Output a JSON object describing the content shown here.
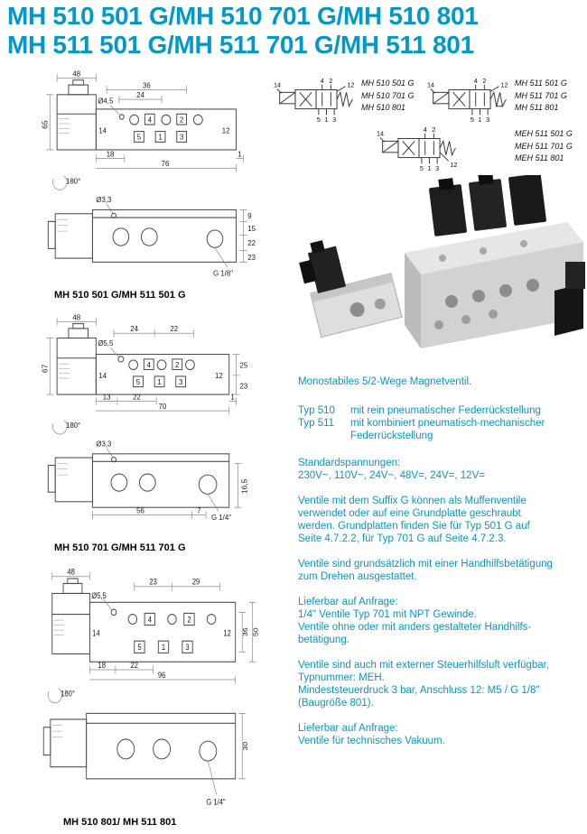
{
  "page": {
    "title_line1": "MH 510 501 G/MH 510 701 G/MH 510 801",
    "title_line2": "MH 511 501 G/MH 511 701 G/MH 511 801"
  },
  "colors": {
    "accent": "#0099cc"
  },
  "symbols": {
    "ports": {
      "p14": "14",
      "p12": "12",
      "p4": "4",
      "p2": "2",
      "p5": "5",
      "p1": "1",
      "p3": "3"
    },
    "groups": [
      {
        "labels": [
          "MH 510 501 G",
          "MH 510 701 G",
          "MH 510 801"
        ]
      },
      {
        "labels": [
          "MH 511 501 G",
          "MH 511 701 G",
          "MH 511 801"
        ]
      },
      {
        "labels": [
          "MEH 511 501 G",
          "MEH 511 701 G",
          "MEH 511 801"
        ]
      }
    ]
  },
  "drawings": [
    {
      "caption": "MH 510 501 G/MH 511 501 G",
      "labels": {
        "a48": "48",
        "a36": "36",
        "a24": "24",
        "dia_top": "Ø4,5",
        "p4": "4",
        "p2": "2",
        "p5": "5",
        "p1": "1",
        "p3": "3",
        "p14": "14",
        "p12": "12",
        "v65": "65",
        "b18": "18",
        "b76": "76",
        "b1": "1",
        "rot": "180°",
        "dia_bot": "Ø3,3",
        "r9": "9",
        "r15": "15",
        "r22": "22",
        "r23": "23",
        "thread": "G 1/8\""
      }
    },
    {
      "caption": "MH 510 701 G/MH 511 701 G",
      "labels": {
        "a48": "48",
        "a24": "24",
        "a22": "22",
        "dia_top": "Ø5,5",
        "p4": "4",
        "p2": "2",
        "p5": "5",
        "p1": "1",
        "p3": "3",
        "p14": "14",
        "p12": "12",
        "v67": "67",
        "r25": "25",
        "r23": "23",
        "b13": "13",
        "b22": "22",
        "b70": "70",
        "b1": "1",
        "rot": "180°",
        "dia_bot": "Ø3,3",
        "c56": "56",
        "c7": "7",
        "c165": "16,5",
        "thread": "G 1/4\""
      }
    },
    {
      "caption": "MH 510 801/ MH 511 801",
      "labels": {
        "a48": "48",
        "a23": "23",
        "a29": "29",
        "dia_top": "Ø5,5",
        "p4": "4",
        "p2": "2",
        "p5": "5",
        "p1": "1",
        "p3": "3",
        "p14": "14",
        "p12": "12",
        "r36": "36",
        "r50": "50",
        "b18": "18",
        "b22": "22",
        "b96": "96",
        "rot": "180°",
        "c30": "30",
        "thread": "G 1/4\""
      }
    }
  ],
  "description": {
    "intro": "Monostabiles 5/2-Wege Magnetventil.",
    "typ510_label": "Typ 510",
    "typ510_text": "mit rein pneumatischer Federrückstellung",
    "typ511_label": "Typ 511",
    "typ511_text1": "mit kombiniert pneumatisch-mechanischer",
    "typ511_text2": "Federrückstellung",
    "voltages_label": "Standardspannungen:",
    "voltages_value": "230V~, 110V~, 24V~, 48V=, 24V=, 12V=",
    "para_g": [
      "Ventile mit dem Suffix G können als Muffenventile",
      "verwendet oder auf eine Grundplatte geschraubt",
      "werden. Grundplatten finden Sie für Typ 501 G auf",
      "Seite 4.7.2.2, für Typ 701 G auf Seite 4.7.2.3."
    ],
    "para_hand": [
      "Ventile sind grundsätzlich mit einer Handhilfsbetätigung",
      "zum Drehen ausgestattet."
    ],
    "lieferbar1_label": "Lieferbar auf Anfrage:",
    "lieferbar1": [
      "1/4\" Ventile Typ 701 mit NPT Gewinde.",
      "Ventile ohne oder mit anders gestalteter Handhilfs-",
      "betätigung."
    ],
    "para_ext": [
      "Ventile sind auch mit externer Steuerhilfsluft verfügbar,",
      "Typnummer: MEH.",
      "Mindeststeuerdruck 3 bar, Anschluss 12: M5 / G 1/8\"",
      "(Baugröße 801)."
    ],
    "lieferbar2_label": "Lieferbar auf Anfrage:",
    "lieferbar2": [
      "Ventile für technisches Vakuum."
    ]
  }
}
